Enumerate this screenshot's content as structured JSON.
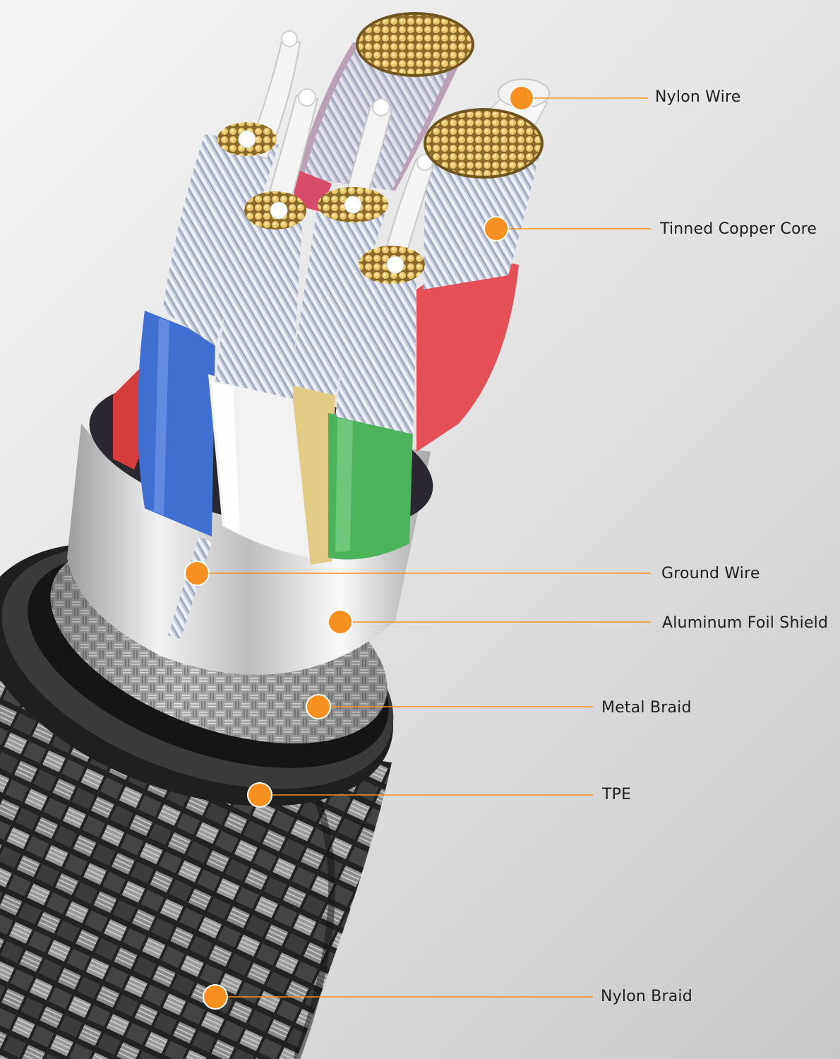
{
  "colors": {
    "accent": "#f7901e",
    "leader_line": "#f7901e",
    "background": "#e6e6e6",
    "wire_blue": "#3f6fd0",
    "wire_red": "#e44f58",
    "wire_white": "#f2f2f2",
    "wire_yellow": "#e2cc86",
    "wire_green": "#4bb35a",
    "copper": "#d4b35c",
    "nylon_braid": "#2b2b2b",
    "tpe": "#262626"
  },
  "labels": [
    {
      "id": "nylon-wire",
      "text": "Nylon Wire"
    },
    {
      "id": "tinned-copper-core",
      "text": "Tinned Copper Core"
    },
    {
      "id": "ground-wire",
      "text": "Ground Wire"
    },
    {
      "id": "aluminum-foil-shield",
      "text": "Aluminum Foil Shield"
    },
    {
      "id": "metal-braid",
      "text": "Metal Braid"
    },
    {
      "id": "tpe",
      "text": "TPE"
    },
    {
      "id": "nylon-braid",
      "text": "Nylon Braid"
    }
  ]
}
